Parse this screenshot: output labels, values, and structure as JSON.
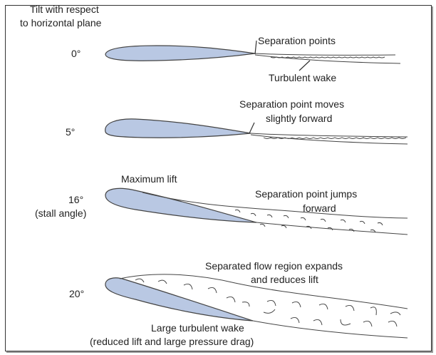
{
  "diagram": {
    "header": [
      "Tilt with respect",
      "to horizontal plane"
    ],
    "panels": [
      {
        "angle": "0°",
        "angle_note": "",
        "labels": [
          "Separation points",
          "Turbulent wake"
        ]
      },
      {
        "angle": "5°",
        "angle_note": "",
        "labels": [
          "Separation point moves",
          "slightly forward"
        ]
      },
      {
        "angle": "16°",
        "angle_note": "(stall angle)",
        "labels": [
          "Maximum lift",
          "Separation point jumps",
          "forward"
        ]
      },
      {
        "angle": "20°",
        "angle_note": "",
        "labels": [
          "Separated flow region expands",
          "and reduces lift",
          "Large turbulent wake",
          "(reduced lift and large pressure drag)"
        ]
      }
    ],
    "colors": {
      "airfoil_fill": "#b9c8e3",
      "outline": "#333333"
    }
  }
}
